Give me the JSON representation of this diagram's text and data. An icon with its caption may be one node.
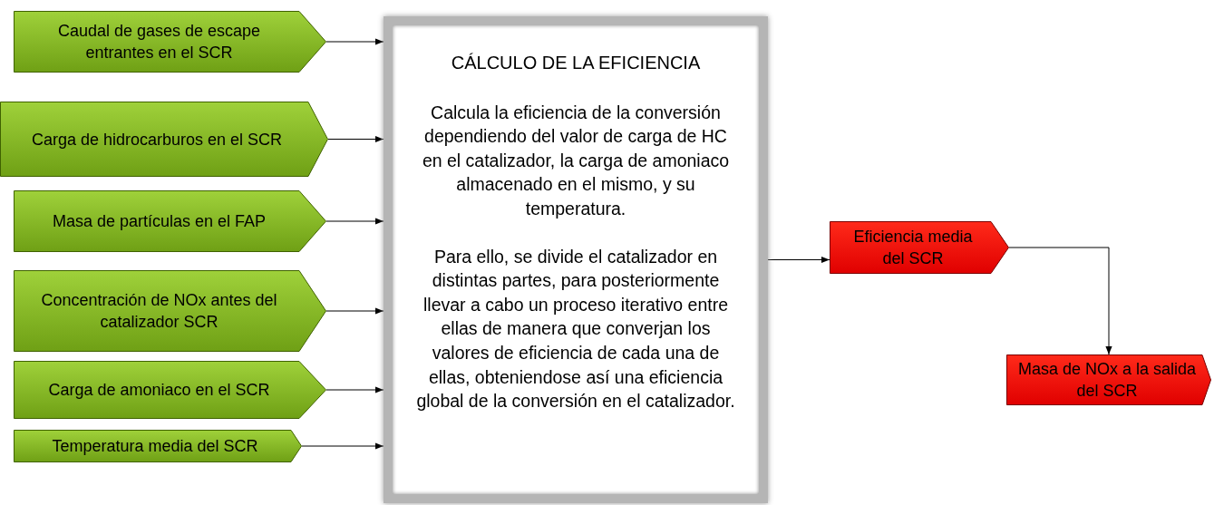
{
  "diagram": {
    "nodes": [
      {
        "text": [
          "Caudal de gases de escape entrantes en el SCR"
        ]
      },
      {
        "text": [
          "Carga de hidrocarburos en el SCR"
        ]
      },
      {
        "text": [
          "Masa de partículas en el FAP"
        ]
      },
      {
        "text": [
          "Concentración de NOx antes del catalizador SCR"
        ]
      },
      {
        "text": [
          "Carga de amoniaco en el SCR"
        ]
      },
      {
        "text": [
          "Temperatura media del SCR"
        ]
      },
      {
        "text": [
          "CÁLCULO DE LA EFICIENCIA",
          "Calcula la eficiencia de la conversión dependiendo del valor de carga de HC en el catalizador, la carga de amoniaco almacenado en el mismo, y su temperatura.",
          "Para ello, se divide el catalizador en distintas partes, para posteriormente llevar a cabo un proceso iterativo entre ellas de manera que converjan los valores de eficiencia de cada una de ellas, obteniendose así una eficiencia global de la conversión en el catalizador."
        ]
      },
      {
        "text": [
          "Eficiencia media del SCR"
        ]
      },
      {
        "text": [
          "Masa de NOx a la salida del SCR"
        ]
      }
    ],
    "edges": [
      {
        "from": 0,
        "to": 6,
        "arrow": "to"
      },
      {
        "from": 1,
        "to": 6,
        "arrow": "to"
      },
      {
        "from": 2,
        "to": 6,
        "arrow": "to"
      },
      {
        "from": 3,
        "to": 6,
        "arrow": "to"
      },
      {
        "from": 4,
        "to": 6,
        "arrow": "to"
      },
      {
        "from": 5,
        "to": 6,
        "arrow": "to"
      },
      {
        "from": 6,
        "to": 7,
        "arrow": "to"
      },
      {
        "from": 7,
        "to": 8,
        "arrow": "to"
      }
    ]
  }
}
